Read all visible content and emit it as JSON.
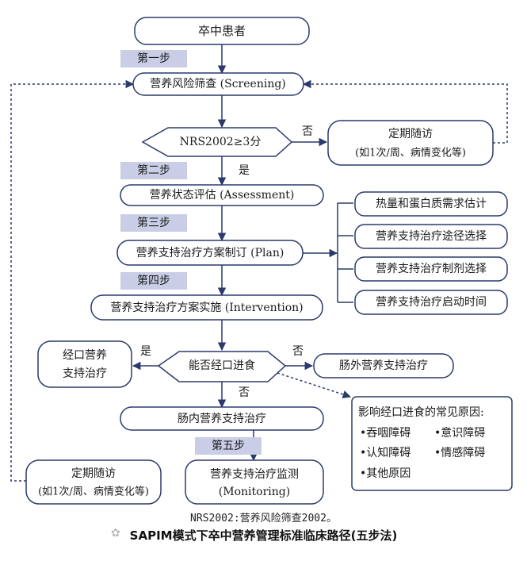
{
  "start": "卒中患者",
  "step1": "第一步",
  "screening": "营养风险筛查 (Screening)",
  "nrs_decision": "NRS2002≥3分",
  "label_no_1": "否",
  "followup_top": {
    "line1": "定期随访",
    "line2": "(如1次/周、病情变化等)"
  },
  "step2": "第二步",
  "label_yes_1": "是",
  "assessment": "营养状态评估 (Assessment)",
  "step3": "第三步",
  "plan": "营养支持治疗方案制订 (Plan)",
  "plan_items": [
    "热量和蛋白质需求估计",
    "营养支持治疗途径选择",
    "营养支持治疗制剂选择",
    "营养支持治疗启动时间"
  ],
  "step4": "第四步",
  "intervention": "营养支持治疗方案实施 (Intervention)",
  "oral_decision": "能否经口进食",
  "label_yes_2": "是",
  "label_no_2": "否",
  "label_no_3": "否",
  "oral_support": {
    "line1": "经口营养",
    "line2": "支持治疗"
  },
  "parenteral": "肠外营养支持治疗",
  "enteral": "肠内营养支持治疗",
  "factors": {
    "title": "影响经口进食的常见原因:",
    "items": [
      "•吞咽障碍",
      "•意识障碍",
      "•认知障碍",
      "•情感障碍",
      "•其他原因"
    ]
  },
  "step5": "第五步",
  "monitoring": {
    "line1": "营养支持治疗监测",
    "line2": "(Monitoring)"
  },
  "followup_bottom": {
    "line1": "定期随访",
    "line2": "(如1次/周、病情变化等)"
  },
  "footer_note": "NRS2002:营养风险筛查2002。",
  "caption": "SAPIM模式下卒中营养管理标准临床路径(五步法)",
  "colors": {
    "box_border": "#2b3a6b",
    "step_fill": "#c9cde6",
    "line": "#2b3a6b"
  }
}
